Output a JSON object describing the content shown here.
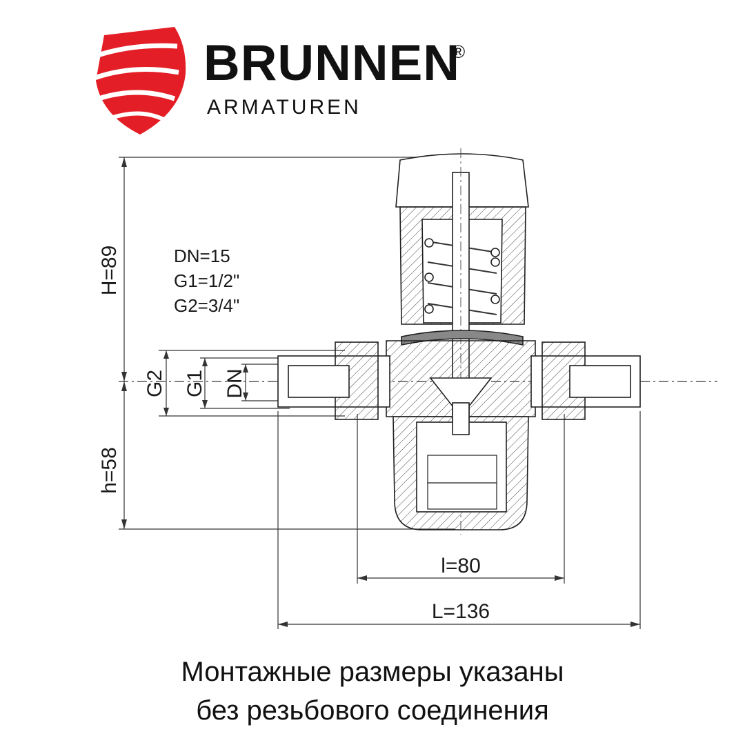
{
  "brand": {
    "name": "BRUNNEN",
    "registered_mark": "®",
    "subtitle": "ARMATUREN",
    "logo_icon": "red-shield-wings-icon",
    "accent_color": "#e41e26"
  },
  "specs": [
    "DN=15",
    "G1=1/2\"",
    "G2=3/4\""
  ],
  "dimensions": {
    "H": "H=89",
    "h": "h=58",
    "G2": "G2",
    "G1": "G1",
    "DN": "DN",
    "l": "l=80",
    "L": "L=136"
  },
  "caption": {
    "line1": "Монтажные размеры указаны",
    "line2": "без резьбового соединения"
  }
}
